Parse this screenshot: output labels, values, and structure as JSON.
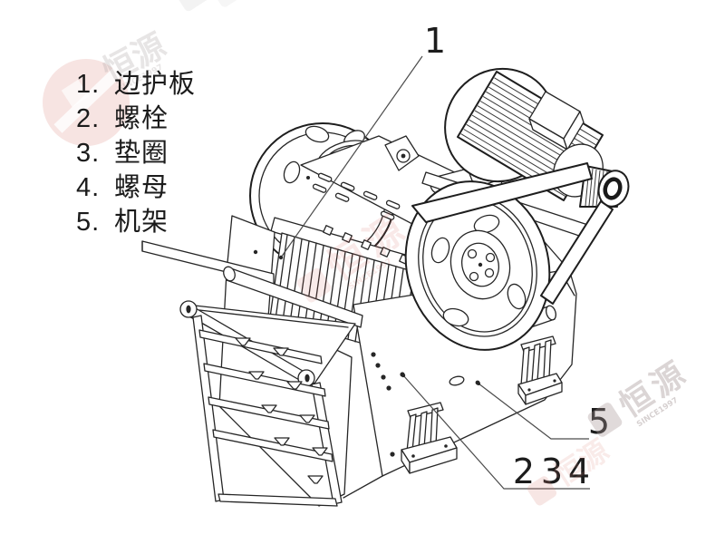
{
  "parts_list": [
    {
      "num": "1.",
      "label": "边护板"
    },
    {
      "num": "2.",
      "label": "螺栓"
    },
    {
      "num": "3.",
      "label": "垫圈"
    },
    {
      "num": "4.",
      "label": "螺母"
    },
    {
      "num": "5.",
      "label": "机架"
    }
  ],
  "callouts": {
    "c1": "1",
    "c2": "2",
    "c3": "3",
    "c4": "4",
    "c5": "5"
  },
  "watermark": {
    "brand": "恒源",
    "since": "SINCE1997"
  },
  "colors": {
    "line": "#262626",
    "leader": "#4c4c4c",
    "callout": "#1c1c1c",
    "callout_3": "#7d332b",
    "watermark_red": "rgba(200,75,60,0.15)",
    "watermark_gray": "rgba(165,150,150,0.4)"
  }
}
